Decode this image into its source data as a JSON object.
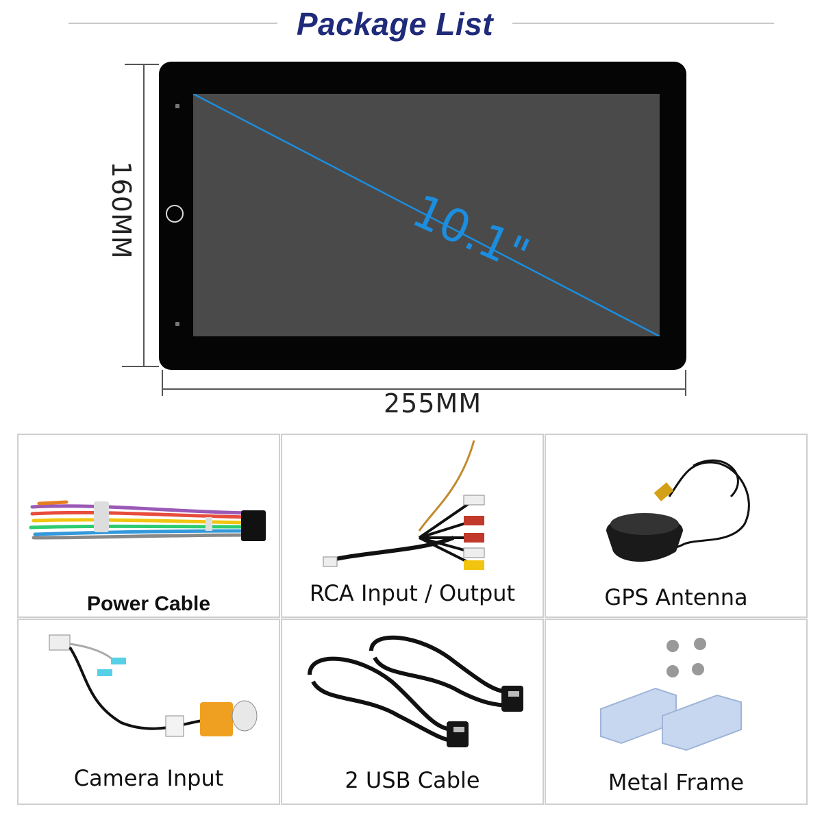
{
  "header": {
    "title": "Package List"
  },
  "device": {
    "screen_size": "10.1\"",
    "width_label": "255MM",
    "height_label": "160MM"
  },
  "items": [
    {
      "label": "Power Cable",
      "icon": "wire-harness-icon"
    },
    {
      "label": "RCA Input / Output",
      "icon": "rca-cable-icon"
    },
    {
      "label": "GPS Antenna",
      "icon": "gps-antenna-icon"
    },
    {
      "label": "Camera Input",
      "icon": "camera-cable-icon"
    },
    {
      "label": "2 USB Cable",
      "icon": "usb-cable-icon"
    },
    {
      "label": "Metal Frame",
      "icon": "metal-frame-icon"
    }
  ],
  "colors": {
    "title": "#1f2a7a",
    "diagonal": "#1b8ee0",
    "screen": "#4a4a4a",
    "bezel": "#050505"
  }
}
